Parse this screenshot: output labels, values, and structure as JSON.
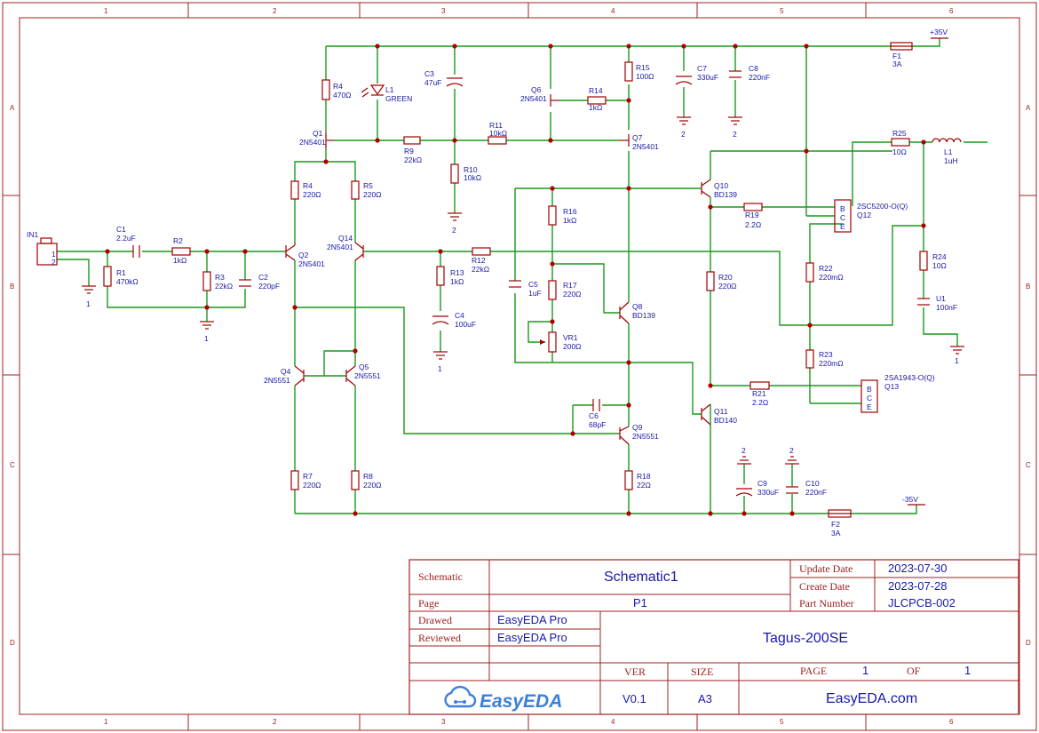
{
  "frame": {
    "col_markers": [
      "1",
      "2",
      "3",
      "4",
      "5",
      "6"
    ],
    "row_markers": [
      "A",
      "B",
      "C",
      "D"
    ]
  },
  "title_block": {
    "schematic_label": "Schematic",
    "schematic_value": "Schematic1",
    "page_label": "Page",
    "page_value": "P1",
    "drawed_label": "Drawed",
    "drawed_value": "EasyEDA Pro",
    "reviewed_label": "Reviewed",
    "reviewed_value": "EasyEDA Pro",
    "update_date_label": "Update Date",
    "update_date_value": "2023-07-30",
    "create_date_label": "Create Date",
    "create_date_value": "2023-07-28",
    "part_number_label": "Part Number",
    "part_number_value": "JLCPCB-002",
    "project_title": "Tagus-200SE",
    "ver_label": "VER",
    "ver_value": "V0.1",
    "size_label": "SIZE",
    "size_value": "A3",
    "page_no_label": "PAGE",
    "page_no_value": "1",
    "of_label": "OF",
    "of_value": "1",
    "website": "EasyEDA.com",
    "logo_text": "EasyEDA"
  },
  "components": [
    {
      "ref": "IN1",
      "value": "",
      "pins": [
        "1",
        "2"
      ]
    },
    {
      "ref": "C1",
      "value": "2.2uF"
    },
    {
      "ref": "R1",
      "value": "470kΩ"
    },
    {
      "ref": "R2",
      "value": "1kΩ"
    },
    {
      "ref": "R3",
      "value": "22kΩ"
    },
    {
      "ref": "C2",
      "value": "220pF"
    },
    {
      "ref": "R4",
      "value": "470Ω",
      "id": "R4-top"
    },
    {
      "ref": "L1",
      "value": "GREEN",
      "id": "L1-led"
    },
    {
      "ref": "C3",
      "value": "47uF"
    },
    {
      "ref": "Q1",
      "value": "2N5401"
    },
    {
      "ref": "R9",
      "value": "22kΩ"
    },
    {
      "ref": "R11",
      "value": "10kΩ"
    },
    {
      "ref": "R10",
      "value": "10kΩ"
    },
    {
      "ref": "Q6",
      "value": "2N5401"
    },
    {
      "ref": "R14",
      "value": "1kΩ"
    },
    {
      "ref": "R15",
      "value": "100Ω"
    },
    {
      "ref": "Q7",
      "value": "2N5401"
    },
    {
      "ref": "C7",
      "value": "330uF"
    },
    {
      "ref": "C8",
      "value": "220nF"
    },
    {
      "ref": "F1",
      "value": "3A"
    },
    {
      "ref": "R4",
      "value": "220Ω",
      "id": "R4-mid"
    },
    {
      "ref": "R5",
      "value": "220Ω"
    },
    {
      "ref": "Q2",
      "value": "2N5401"
    },
    {
      "ref": "Q14",
      "value": "2N5401"
    },
    {
      "ref": "R12",
      "value": "22kΩ"
    },
    {
      "ref": "R13",
      "value": "1kΩ"
    },
    {
      "ref": "C4",
      "value": "100uF"
    },
    {
      "ref": "C5",
      "value": "1uF"
    },
    {
      "ref": "R16",
      "value": "1kΩ"
    },
    {
      "ref": "R17",
      "value": "220Ω"
    },
    {
      "ref": "VR1",
      "value": "200Ω"
    },
    {
      "ref": "Q8",
      "value": "BD139"
    },
    {
      "ref": "Q10",
      "value": "BD139"
    },
    {
      "ref": "R19",
      "value": "2.2Ω"
    },
    {
      "ref": "Q12",
      "value": "2SC5200-O(Q)"
    },
    {
      "ref": "R20",
      "value": "220Ω"
    },
    {
      "ref": "R22",
      "value": "220mΩ"
    },
    {
      "ref": "R23",
      "value": "220mΩ"
    },
    {
      "ref": "R25",
      "value": "10Ω"
    },
    {
      "ref": "L1",
      "value": "1uH",
      "id": "L1-ind"
    },
    {
      "ref": "R24",
      "value": "10Ω"
    },
    {
      "ref": "U1",
      "value": "100nF"
    },
    {
      "ref": "Q4",
      "value": "2N5551"
    },
    {
      "ref": "Q5",
      "value": "2N5551"
    },
    {
      "ref": "C6",
      "value": "68pF"
    },
    {
      "ref": "Q9",
      "value": "2N5551"
    },
    {
      "ref": "R21",
      "value": "2.2Ω"
    },
    {
      "ref": "Q11",
      "value": "BD140"
    },
    {
      "ref": "Q13",
      "value": "2SA1943-O(Q)"
    },
    {
      "ref": "R7",
      "value": "220Ω"
    },
    {
      "ref": "R8",
      "value": "220Ω"
    },
    {
      "ref": "R18",
      "value": "22Ω"
    },
    {
      "ref": "C9",
      "value": "330uF"
    },
    {
      "ref": "C10",
      "value": "220nF"
    },
    {
      "ref": "F2",
      "value": "3A"
    }
  ],
  "nets": {
    "vpos": "+35V",
    "vneg": "-35V",
    "gnd_labels": [
      "1",
      "2"
    ],
    "bce": [
      "B",
      "C",
      "E"
    ]
  }
}
